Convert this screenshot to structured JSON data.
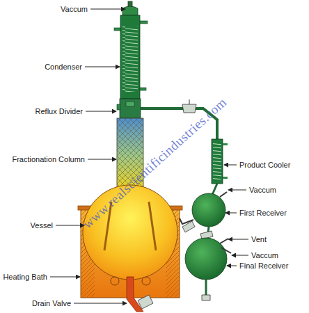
{
  "diagram": {
    "labels": [
      "Vaccum",
      "Condenser",
      "Reflux Divider",
      "Fractionation Column",
      "Vessel",
      "Heating Bath",
      "Drain Valve",
      "Product Cooler",
      "Vaccum",
      "First Receiver",
      "Vent",
      "Vaccum",
      "Final Receiver",
      "www.realscientificindustries.com"
    ]
  }
}
